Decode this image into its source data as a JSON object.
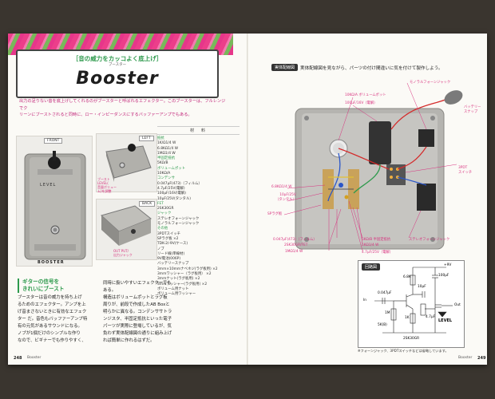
{
  "left_page": {
    "kicker": "［音の威力をカッコよく底上げ］",
    "ruby": "ブースター",
    "title": "Booster",
    "intro_lines": [
      "出力の足りない音を底上げしてくれるのがブースターと呼ばれるエフェクター。このブースターは、フルレンジでク",
      "リーンにブーストされると同時に、ロー・インピーダンスにするバッファーアンプでもある。"
    ],
    "photo_labels": {
      "front": "FRONT",
      "left": "LEFT",
      "back": "BACK"
    },
    "pedal_labels": {
      "level": "LEVEL",
      "name": "BOOSTER"
    },
    "photo_notes": [
      "ブースト\nLEVEL(\n音量ボリュー\nム)を調整",
      "OUT PUT/\n出力ジャック"
    ],
    "parts_header": "材　料",
    "parts": [
      {
        "group": "抵抗",
        "items": [
          "1K/Ω1/4 W",
          "6.8KΩ1/4 W",
          "1MΩ1/4 W"
        ]
      },
      {
        "group": "半固定抵抗",
        "items": [
          "5KΩ/B"
        ]
      },
      {
        "group": "ボリュームポット",
        "items": [
          "10KΩ/A"
        ]
      },
      {
        "group": "コンデンサ",
        "items": [
          "0.047μF(473)（フィルム）",
          "4.7μF/25V(電解)",
          "100μF/16V(電解)",
          "10μF/25V(タンタル)"
        ]
      },
      {
        "group": "FET",
        "items": [
          "2SK30GR"
        ]
      },
      {
        "group": "ジャック",
        "items": [
          "ステレオフォーンジャック",
          "モノラルフォーンジャック"
        ]
      },
      {
        "group": "その他",
        "items": [
          "3PDTスイッチ",
          "SPラグ板 ×2",
          "TDK-2/-9V(ケース)",
          "ノブ",
          "リード線(単線材)",
          "9V電池(006P)",
          "バッテリースナップ",
          "3mm×10mmナベネジ(ラグ板用) ×2",
          "3mmワッシャー（ラグ板用） ×2",
          "3mmナット(ラグ板用) ×2",
          "3mmワッシャー(ラグ板用) ×2",
          "ボリューム用ナット",
          "ボリューム用ワッシャー"
        ]
      }
    ],
    "subhead": [
      "ギターの信号を",
      "きれいにブースト"
    ],
    "body_col1": [
      "ブースターは音の威力を持ち上げ",
      "るためのエフェクター。アンプを上",
      "げ音まさないときに有効なエフェク",
      "ター だ。音色もバッファーアンプ特",
      "有の元気があるサウンドになる。",
      "ノブが1個だけのシンプルな作り",
      "なので、ビギナーでも作りやすく、"
    ],
    "body_col2": [
      "同時に扱いやすいエフェクターでも",
      "ある。",
      "構造はボリュームポットとラグ板",
      "周りが、前段で作成したAB Boxと",
      "明らかに異なる。コンデンササトラ",
      "ンジスタ、半固定抵抗といった電子",
      "パーツが実際に登場しているが、気",
      "負わず実体配線図の通りに組み上げ",
      "れば簡単に作れるはずだ。"
    ],
    "page_number": "248",
    "footer_name": "Booster"
  },
  "right_page": {
    "tag": "実体配線図",
    "heading": "実体配線図を見ながら、パーツの付け間違いに気を付けて製作しよう。",
    "callouts": {
      "mono_jack": "モノラルフォーンジャック",
      "battery": "バッテリー\nスナップ",
      "vol_pot": "10KΩ/A ボリュームポット",
      "cap100": "100μF/16V（電解）",
      "r68": "6.8KΩ1/4 W",
      "cap10": "10μF/25V\n（タンタル）",
      "sp_lug": "SPラグ板",
      "switch": "3PDT\nスイッチ",
      "cap047": "0.047μF(473)（フィルム）",
      "fet": "2SK30GR/FET",
      "r1m": "1MΩ1/4 W",
      "trim": "5KΩ/B 半固定抵抗",
      "r1k": "1KΩ1/4 W",
      "cap47": "4.7μF/25V（電解）",
      "stereo_jack": "ステレオフォーンジャック"
    },
    "schematic": {
      "title": "回路図",
      "labels": {
        "vplus": "+9V",
        "r68": "6.8K",
        "c100": "100μF",
        "c047": "0.047μF",
        "c10": "10μF",
        "in": "In",
        "r1m": "1M",
        "r1k": "1K",
        "r5k": "5K(B)",
        "c47": "4.7μF",
        "level": "LEVEL",
        "out": "Out",
        "fet": "2SK30GR"
      },
      "note": "※フォーンジャック、3PDTスイッチなどは省略しています。"
    },
    "footer_name": "Booster",
    "page_number": "249"
  },
  "colors": {
    "accent_pink": "#d8327f",
    "accent_green": "#2e9a4d",
    "wire_red": "#d42b2b",
    "wire_blue": "#2a56c9"
  }
}
